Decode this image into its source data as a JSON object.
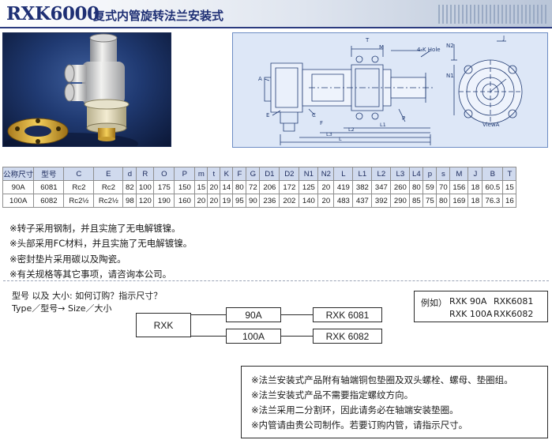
{
  "header": {
    "model": "RXK6000",
    "subtitle": "复式内管旋转法兰安装式"
  },
  "drawing_labels": {
    "t": "T",
    "m": "M",
    "k_hole": "4-K Hole",
    "l1": "L1",
    "l2": "L2",
    "l3": "L3",
    "l": "L",
    "j": "J",
    "n2": "N2",
    "n1": "N1",
    "view": "ViewA",
    "a": "A",
    "e": "E",
    "c": "C",
    "p": "P",
    "f": "F"
  },
  "spec_table": {
    "headers": [
      "公称尺寸",
      "型号",
      "C",
      "E",
      "d",
      "R",
      "O",
      "P",
      "m",
      "t",
      "K",
      "F",
      "G",
      "D1",
      "D2",
      "N1",
      "N2",
      "L",
      "L1",
      "L2",
      "L3",
      "L4",
      "p",
      "s",
      "M",
      "J",
      "B",
      "T"
    ],
    "rows": [
      [
        "90A",
        "6081",
        "Rc2",
        "Rc2",
        "82",
        "100",
        "175",
        "150",
        "15",
        "20",
        "14",
        "80",
        "72",
        "206",
        "172",
        "125",
        "20",
        "419",
        "382",
        "347",
        "260",
        "80",
        "59",
        "70",
        "156",
        "18",
        "60.5",
        "15"
      ],
      [
        "100A",
        "6082",
        "Rc2½",
        "Rc2½",
        "98",
        "120",
        "190",
        "160",
        "20",
        "20",
        "19",
        "95",
        "90",
        "236",
        "202",
        "140",
        "20",
        "483",
        "437",
        "392",
        "290",
        "85",
        "75",
        "80",
        "169",
        "18",
        "76.3",
        "16"
      ]
    ]
  },
  "notes": [
    "※转子采用钢制，并且实施了无电解镀镍。",
    "※头部采用FC材料，并且实施了无电解镀镍。",
    "※密封垫片采用碳以及陶瓷。",
    "※有关规格等其它事项，请咨询本公司。"
  ],
  "order": {
    "question": "型号 以及 大小: 如何订购？指示尺寸？",
    "legend": "Type／型号→ Size／大小",
    "type_box": "RXK",
    "sizes": [
      "90A",
      "100A"
    ],
    "results": [
      "RXK 6081",
      "RXK 6082"
    ],
    "example_label": "例如）",
    "examples": [
      {
        "name": "RXK 90A",
        "model": "RXK6081"
      },
      {
        "name": "RXK 100A",
        "model": "RXK6082"
      }
    ]
  },
  "bottom_notes": [
    "※法兰安装式产品附有轴端铜包垫圈及双头螺栓、螺母、垫圈组。",
    "※法兰安装式产品不需要指定螺纹方向。",
    "※法兰采用二分割环，因此请务必在轴端安装垫圈。",
    "※内管请由贵公司制作。若要订购内管，请指示尺寸。"
  ]
}
